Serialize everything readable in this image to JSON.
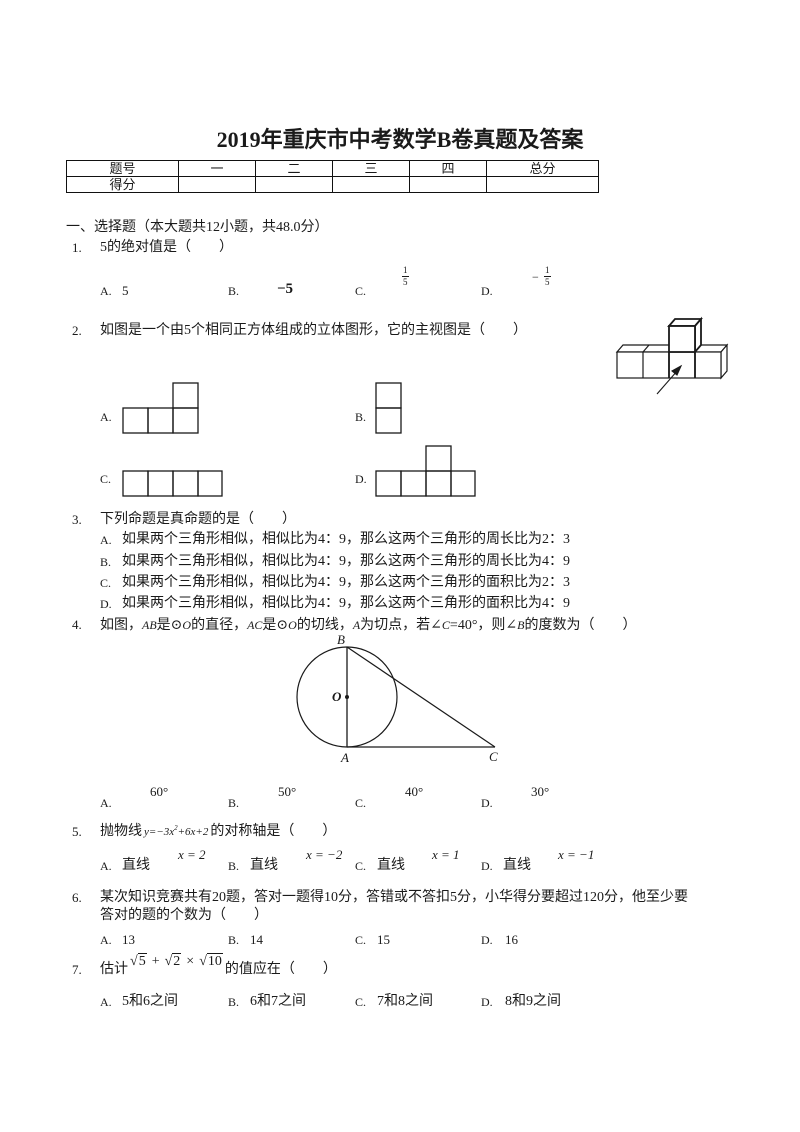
{
  "title": "2019年重庆市中考数学B卷真题及答案",
  "score_table": {
    "header": [
      "题号",
      "一",
      "二",
      "三",
      "四",
      "总分"
    ],
    "row_label": "得分"
  },
  "section": {
    "heading": "一、选择题（本大题共12小题，共48.0分）"
  },
  "questions": [
    {
      "num": "1.",
      "stem": "5的绝对值是（　　）",
      "options": [
        {
          "label": "A.",
          "text": "5"
        },
        {
          "label": "B.",
          "text": "−5"
        },
        {
          "label": "C.",
          "num": "1",
          "den": "5"
        },
        {
          "label": "D.",
          "sign": "−",
          "num": "1",
          "den": "5"
        }
      ]
    },
    {
      "num": "2.",
      "stem": "如图是一个由5个相同正方体组成的立体图形，它的主视图是（　　）",
      "options": [
        {
          "label": "A."
        },
        {
          "label": "B."
        },
        {
          "label": "C."
        },
        {
          "label": "D."
        }
      ]
    },
    {
      "num": "3.",
      "stem": "下列命题是真命题的是（　　）",
      "options": [
        {
          "label": "A.",
          "text": "如果两个三角形相似，相似比为4：9，那么这两个三角形的周长比为2：3"
        },
        {
          "label": "B.",
          "text": "如果两个三角形相似，相似比为4：9，那么这两个三角形的周长比为4：9"
        },
        {
          "label": "C.",
          "text": "如果两个三角形相似，相似比为4：9，那么这两个三角形的面积比为2：3"
        },
        {
          "label": "D.",
          "text": "如果两个三角形相似，相似比为4：9，那么这两个三角形的面积比为4：9"
        }
      ]
    },
    {
      "num": "4.",
      "stem": [
        "如图，",
        "AB",
        "是⊙",
        "O",
        "的直径，",
        "AC",
        "是⊙",
        "O",
        "的切线，",
        "A",
        "为切点，若∠",
        "C",
        "=40°，则∠",
        "B",
        "的度数为（　　）"
      ],
      "figure_labels": [
        "B",
        "O",
        "A",
        "C"
      ],
      "options": [
        {
          "label": "A.",
          "text": "60°"
        },
        {
          "label": "B.",
          "text": "50°"
        },
        {
          "label": "C.",
          "text": "40°"
        },
        {
          "label": "D.",
          "text": "30°"
        }
      ]
    },
    {
      "num": "5.",
      "stem": {
        "pre": "抛物线",
        "formula": [
          "y=−3x",
          "2",
          "+6x+2"
        ],
        "post": "的对称轴是（　　）"
      },
      "options": [
        {
          "label": "A.",
          "text": "直线",
          "math": "x = 2"
        },
        {
          "label": "B.",
          "text": "直线",
          "math": "x = −2"
        },
        {
          "label": "C.",
          "text": "直线",
          "math": "x = 1"
        },
        {
          "label": "D.",
          "text": "直线",
          "math": "x = −1"
        }
      ]
    },
    {
      "num": "6.",
      "stem_lines": [
        "某次知识竞赛共有20题，答对一题得10分，答错或不答扣5分，小华得分要超过120分，他至少要",
        "答对的题的个数为（　　）"
      ],
      "options": [
        {
          "label": "A.",
          "text": "13"
        },
        {
          "label": "B.",
          "text": "14"
        },
        {
          "label": "C.",
          "text": "15"
        },
        {
          "label": "D.",
          "text": "16"
        }
      ]
    },
    {
      "num": "7.",
      "stem": {
        "pre": "估计",
        "formula": [
          "√",
          "5",
          "+",
          "√",
          "2",
          "×",
          "√",
          "10"
        ],
        "post": "的值应在（　　）"
      },
      "options": [
        {
          "label": "A.",
          "text": "5和6之间"
        },
        {
          "label": "B.",
          "text": "6和7之间"
        },
        {
          "label": "C.",
          "text": "7和8之间"
        },
        {
          "label": "D.",
          "text": "8和9之间"
        }
      ]
    }
  ]
}
